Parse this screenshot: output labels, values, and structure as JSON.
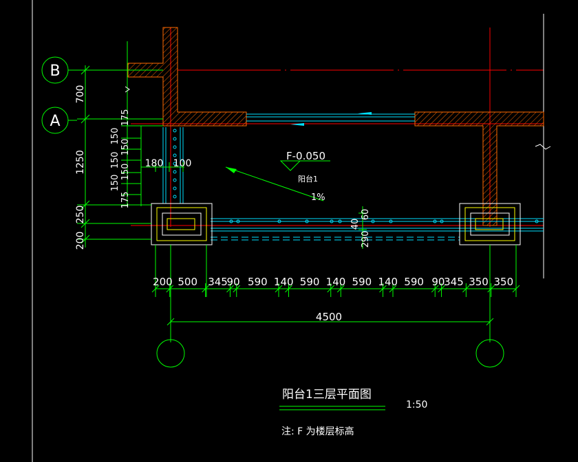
{
  "axes": {
    "b": "B",
    "a": "A"
  },
  "left_dims": {
    "d700": "700",
    "d1250": "1250",
    "d250": "250",
    "d200": "200",
    "d175a": "175",
    "d150a": "150",
    "d150b": "150",
    "d150c": "150",
    "d150d": "150",
    "d150e": "150",
    "d175b": "175",
    "d180": "180",
    "d100": "100"
  },
  "bottom_dims": [
    "200",
    "500",
    "345",
    "90",
    "590",
    "140",
    "590",
    "140",
    "590",
    "140",
    "590",
    "90",
    "345",
    "350",
    "350"
  ],
  "total_dim": "4500",
  "right_dims": {
    "d40": "40",
    "d290": "290",
    "d60": "60"
  },
  "level": {
    "mark": "F-0.050",
    "room": "阳台1",
    "slope": "1%"
  },
  "title": {
    "text": "阳台1三层平面图",
    "scale": "1:50"
  },
  "note": "注: F 为楼层标高",
  "colors": {
    "wall": "#ff6a00",
    "dim": "#00ff00",
    "axis": "#ff0000",
    "pipe": "#00e0ff",
    "box": "#ffff00"
  }
}
